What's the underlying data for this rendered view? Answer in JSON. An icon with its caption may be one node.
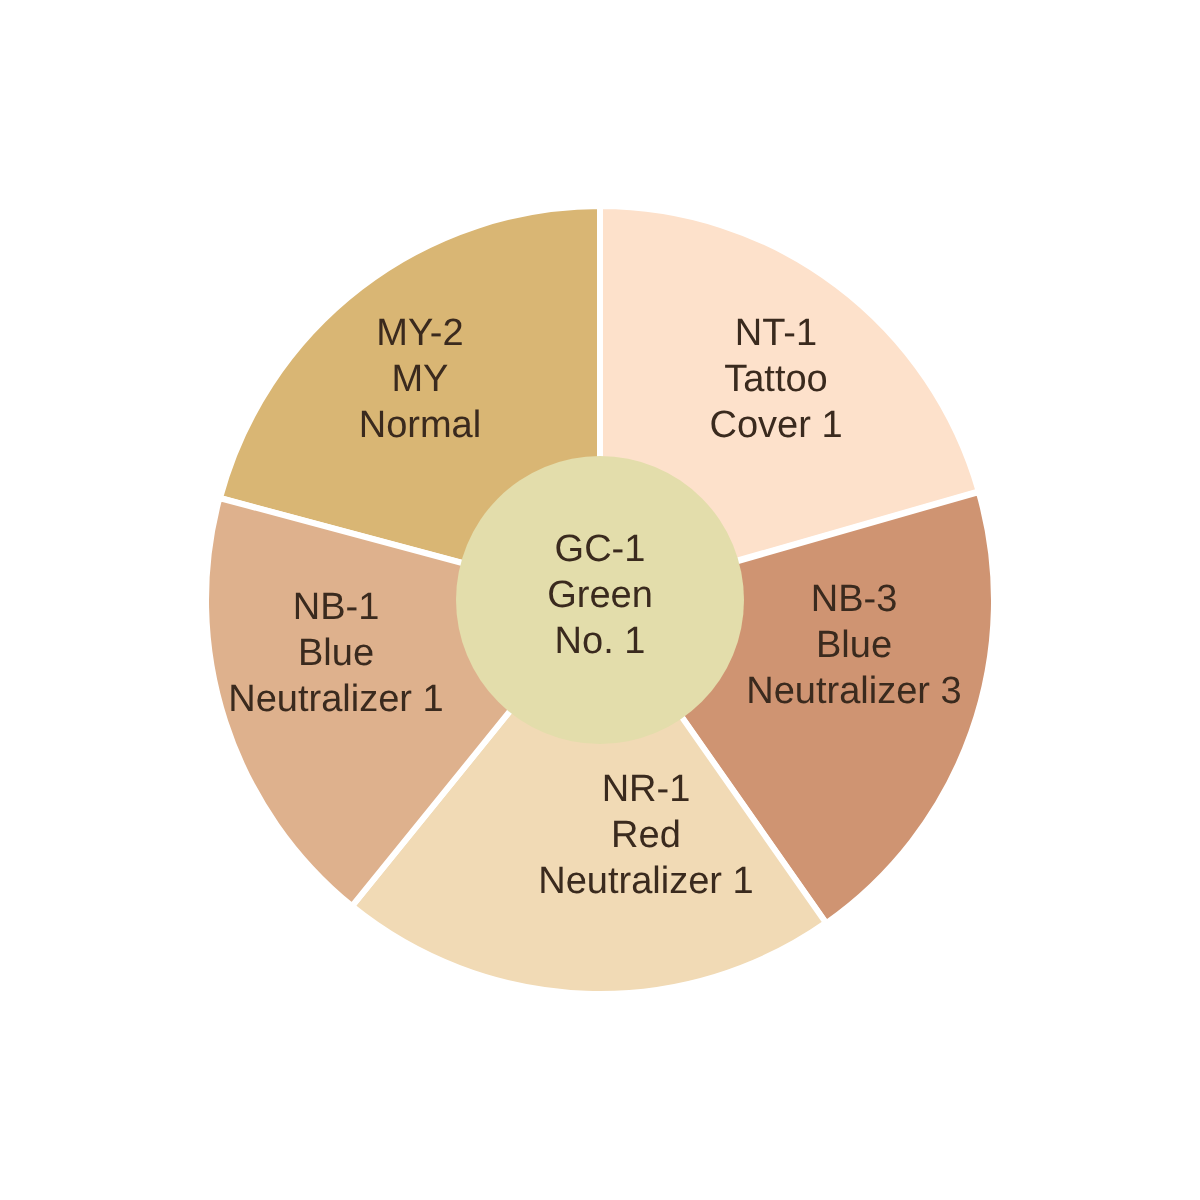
{
  "diagram": {
    "nodes": [
      {
        "text": [
          "MY-2 MY Normal"
        ]
      },
      {
        "text": [
          "NT-1 Tattoo Cover 1"
        ]
      },
      {
        "text": [
          "NB-3 Blue Neutralizer 3"
        ]
      },
      {
        "text": [
          "NR-1 Red Neutralizer 1"
        ]
      },
      {
        "text": [
          "NB-1 Blue Neutralizer 1"
        ]
      },
      {
        "text": [
          "GC-1 Green No. 1"
        ]
      }
    ]
  }
}
